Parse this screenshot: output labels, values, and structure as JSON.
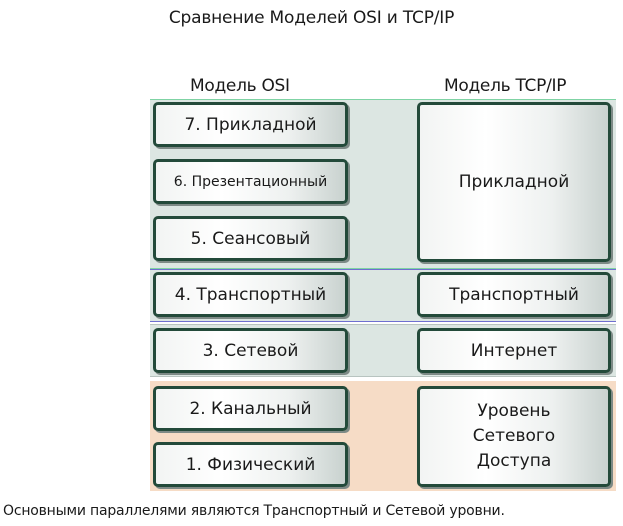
{
  "title": "Сравнение Моделей OSI и TCP/IP",
  "osi_header": "Модель OSI",
  "tcp_header": "Модель TCP/IP",
  "osi_layers": [
    "7. Прикладной",
    "6. Презентационный",
    "5. Сеансовый",
    "4. Транспортный",
    "3. Сетевой",
    "2. Канальный",
    "1. Физический"
  ],
  "tcp_layers": [
    "Прикладной",
    "Транспортный",
    "Интернет",
    "Уровень\nСетевого\nДоступа"
  ],
  "footnote": "Основными параллелями являются Транспортный и Сетевой уровни.",
  "colors": {
    "box_border": "#234a3a",
    "band_gray": "#dce6e2",
    "band_peach": "#f6dcc6"
  }
}
